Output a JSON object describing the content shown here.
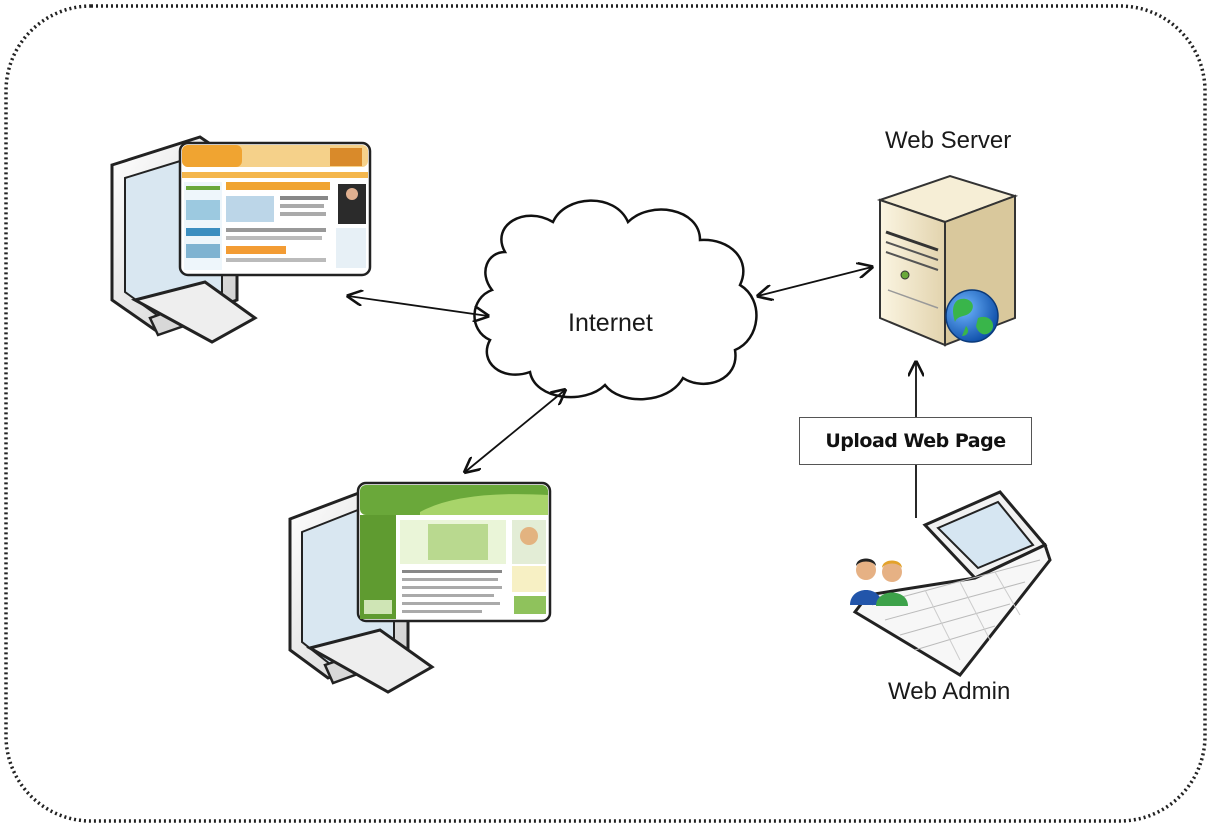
{
  "diagram": {
    "nodes": {
      "internet": {
        "label": "Internet"
      },
      "web_server": {
        "label": "Web Server"
      },
      "web_admin": {
        "label": "Web Admin"
      },
      "upload": {
        "label": "Upload Web Page"
      }
    },
    "edges": [
      {
        "from": "client-1",
        "to": "internet",
        "style": "bidirectional"
      },
      {
        "from": "client-2",
        "to": "internet",
        "style": "bidirectional"
      },
      {
        "from": "internet",
        "to": "web_server",
        "style": "bidirectional"
      },
      {
        "from": "web_admin",
        "to": "web_server",
        "style": "directed",
        "label": "Upload Web Page"
      }
    ]
  },
  "colors": {
    "frame": "#222222",
    "arrow": "#111111",
    "monitor": "#e9e9e9",
    "screen": "#cfe1ee",
    "server": "#eee3c7",
    "globe": "#1f6fd0",
    "site_green": "#6aa83a",
    "site_orange": "#f0a431"
  }
}
